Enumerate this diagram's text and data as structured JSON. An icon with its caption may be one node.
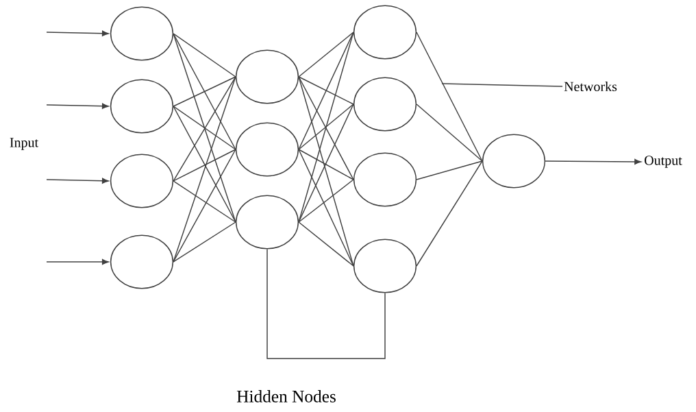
{
  "diagram": {
    "nodes": [
      {
        "text": [],
        "shape": "circle"
      },
      {
        "text": [],
        "shape": "circle"
      },
      {
        "text": [],
        "shape": "circle"
      },
      {
        "text": [],
        "shape": "circle"
      },
      {
        "text": [],
        "shape": "circle"
      },
      {
        "text": [],
        "shape": "circle"
      },
      {
        "text": [],
        "shape": "circle"
      },
      {
        "text": [],
        "shape": "circle"
      },
      {
        "text": [],
        "shape": "circle"
      },
      {
        "text": [],
        "shape": "circle"
      },
      {
        "text": [],
        "shape": "circle"
      },
      {
        "text": [],
        "shape": "circle"
      },
      {
        "text": [
          "Networks"
        ]
      },
      {
        "text": [
          "Output"
        ]
      }
    ],
    "edges": [
      {
        "from": null,
        "to": 0,
        "arrow": "to"
      },
      {
        "from": null,
        "to": 1,
        "arrow": "to"
      },
      {
        "from": null,
        "to": 2,
        "arrow": "to"
      },
      {
        "from": null,
        "to": 3,
        "arrow": "to"
      },
      {
        "from": 0,
        "to": 4,
        "arrow": "none"
      },
      {
        "from": 0,
        "to": 5,
        "arrow": "none"
      },
      {
        "from": 0,
        "to": 6,
        "arrow": "none"
      },
      {
        "from": 1,
        "to": 4,
        "arrow": "none"
      },
      {
        "from": 1,
        "to": 5,
        "arrow": "none"
      },
      {
        "from": 1,
        "to": 6,
        "arrow": "none"
      },
      {
        "from": 2,
        "to": 4,
        "arrow": "none"
      },
      {
        "from": 2,
        "to": 5,
        "arrow": "none"
      },
      {
        "from": 2,
        "to": 6,
        "arrow": "none"
      },
      {
        "from": 3,
        "to": 4,
        "arrow": "none"
      },
      {
        "from": 3,
        "to": 5,
        "arrow": "none"
      },
      {
        "from": 3,
        "to": 6,
        "arrow": "none"
      },
      {
        "from": 4,
        "to": 7,
        "arrow": "none"
      },
      {
        "from": 4,
        "to": 8,
        "arrow": "none"
      },
      {
        "from": 4,
        "to": 9,
        "arrow": "none"
      },
      {
        "from": 4,
        "to": 10,
        "arrow": "none"
      },
      {
        "from": 5,
        "to": 7,
        "arrow": "none"
      },
      {
        "from": 5,
        "to": 8,
        "arrow": "none"
      },
      {
        "from": 5,
        "to": 9,
        "arrow": "none"
      },
      {
        "from": 5,
        "to": 10,
        "arrow": "none"
      },
      {
        "from": 6,
        "to": 7,
        "arrow": "none"
      },
      {
        "from": 6,
        "to": 8,
        "arrow": "none"
      },
      {
        "from": 6,
        "to": 9,
        "arrow": "none"
      },
      {
        "from": 6,
        "to": 10,
        "arrow": "none"
      },
      {
        "from": 7,
        "to": 11,
        "arrow": "none"
      },
      {
        "from": 8,
        "to": 11,
        "arrow": "none"
      },
      {
        "from": 9,
        "to": 11,
        "arrow": "none"
      },
      {
        "from": 10,
        "to": 11,
        "arrow": "none"
      },
      {
        "from": 6,
        "to": 10,
        "arrow": "none"
      },
      {
        "from": 11,
        "to": 13,
        "arrow": "to"
      },
      {
        "from": 12,
        "to": null,
        "arrow": "none"
      }
    ],
    "labels": [
      "Input",
      "Hidden Nodes"
    ]
  }
}
